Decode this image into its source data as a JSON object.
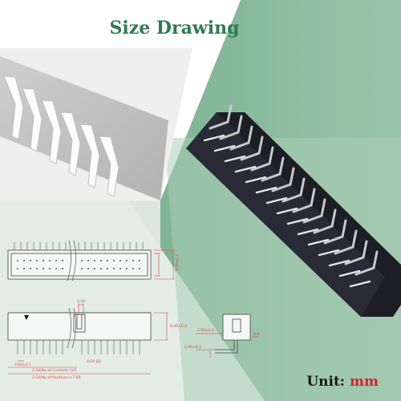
{
  "header": {
    "title": "Size Drawing"
  },
  "footer": {
    "unit_label": "Unit:",
    "unit_value": "mm"
  },
  "drawing": {
    "top_view": {
      "height_dim": "8.90±0.2"
    },
    "side_view": {
      "pin_width_dim": "0.64±0.1",
      "height_dim": "8.90±0.2",
      "pitch_dim": "2.54",
      "pin_gauge": "0.64 SQ",
      "contacts_dim": "2.54(No of Contacts-1)/2",
      "positions_dim": "2.54(No of Positions)+7.60"
    },
    "end_view": {
      "dim_a": "2.50±0.2",
      "dim_b": "4.90±0.2",
      "dim_c": "6.0"
    }
  },
  "colors": {
    "title": "#2f7a52",
    "unit_value": "#d6202a",
    "green_bg": "#8dba9f",
    "pale_bg": "#dce8df",
    "dimension_lines": "#e04040"
  }
}
